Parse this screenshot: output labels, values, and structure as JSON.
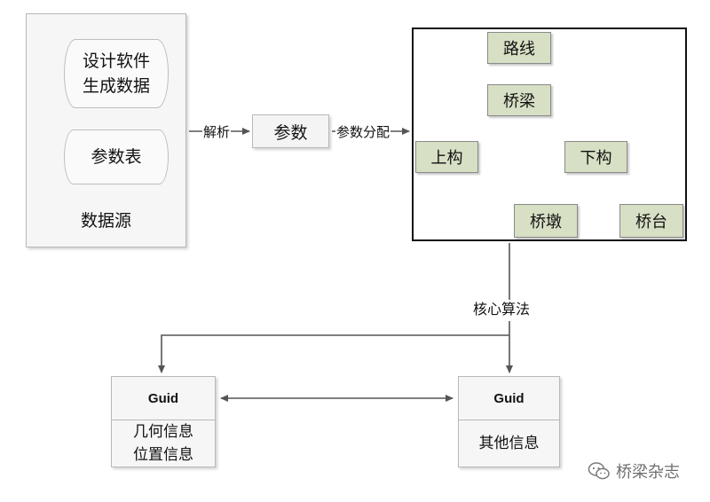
{
  "data_source": {
    "items": [
      "设计软件\n生成数据",
      "参数表"
    ],
    "title": "数据源"
  },
  "parse_label": "解析",
  "params": "参数",
  "allocation_label": "参数分配",
  "structure": {
    "route": "路线",
    "bridge": "桥梁",
    "superstructure": "上构",
    "substructure": "下构",
    "pier": "桥墩",
    "abutment": "桥台"
  },
  "core_algorithm_label": "核心算法",
  "guid_left": {
    "header": "Guid",
    "lines": [
      "几何信息",
      "位置信息"
    ]
  },
  "guid_right": {
    "header": "Guid",
    "lines": [
      "其他信息"
    ]
  },
  "watermark": {
    "text": "桥梁杂志",
    "icon": "wechat-icon"
  }
}
